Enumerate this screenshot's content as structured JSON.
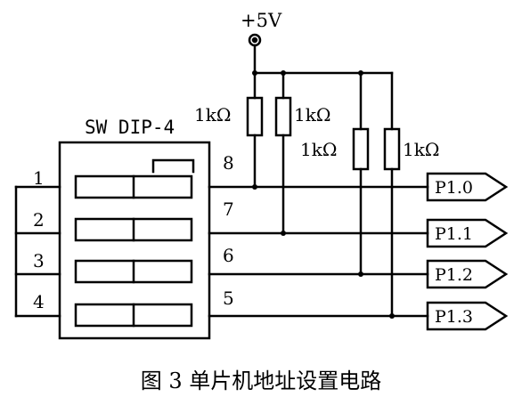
{
  "diagram": {
    "supply_label": "+5V",
    "switch_label": "SW DIP-4",
    "resistor_labels": [
      "1kΩ",
      "1kΩ",
      "1kΩ",
      "1kΩ"
    ],
    "left_pins": [
      "1",
      "2",
      "3",
      "4"
    ],
    "right_pins": [
      "8",
      "7",
      "6",
      "5"
    ],
    "port_labels": [
      "P1.0",
      "P1.1",
      "P1.2",
      "P1.3"
    ],
    "caption": "图 3  单片机地址设置电路"
  }
}
